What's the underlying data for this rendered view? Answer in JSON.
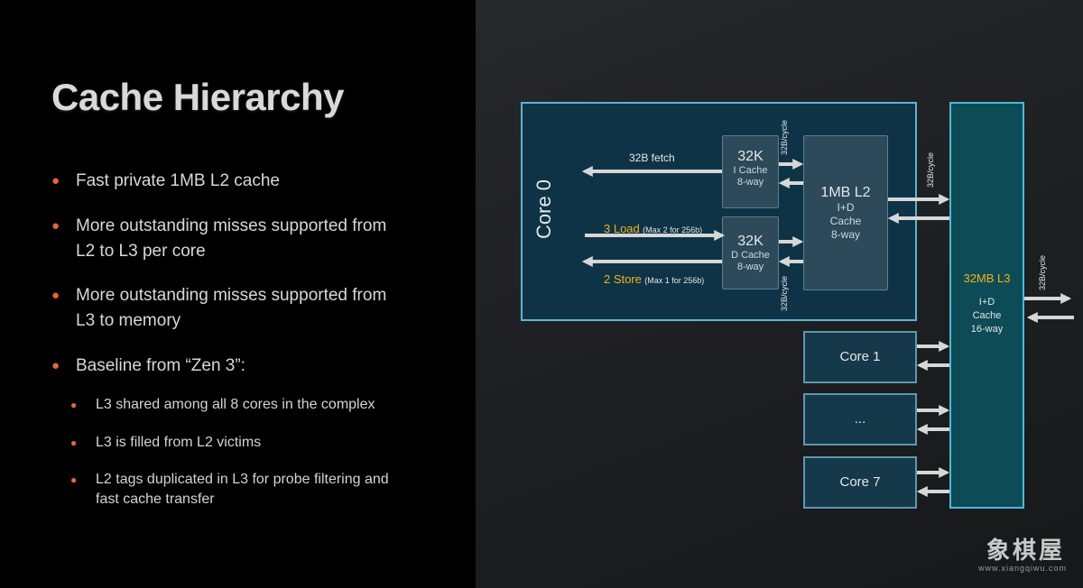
{
  "slide": {
    "title": "Cache Hierarchy",
    "bullets": [
      {
        "line1": "Fast private 1MB L2 cache",
        "line2": ""
      },
      {
        "line1": "More outstanding misses supported from",
        "line2": "L2 to L3 per core"
      },
      {
        "line1": "More outstanding misses supported from",
        "line2": "L3 to memory"
      },
      {
        "line1": "Baseline from “Zen 3”:",
        "line2": ""
      }
    ],
    "sub_bullets": [
      {
        "line1": "L3 shared among all 8 cores in the complex",
        "line2": ""
      },
      {
        "line1": "L3 is filled from L2 victims",
        "line2": ""
      },
      {
        "line1": "L2 tags duplicated in L3 for probe filtering and",
        "line2": "fast cache transfer"
      }
    ]
  },
  "diagram": {
    "core0_label": "Core 0",
    "fetch_label": "32B fetch",
    "load_label": "3 Load",
    "load_note": "(Max 2 for 256b)",
    "store_label": "2 Store",
    "store_note": "(Max 1 for 256b)",
    "icache": {
      "size": "32K",
      "line1": "I Cache",
      "line2": "8-way"
    },
    "dcache": {
      "size": "32K",
      "line1": "D Cache",
      "line2": "8-way"
    },
    "l2": {
      "size": "1MB L2",
      "line1": "I+D",
      "line2": "Cache",
      "line3": "8-way"
    },
    "l3": {
      "size": "32MB L3",
      "line1": "I+D",
      "line2": "Cache",
      "line3": "16-way"
    },
    "bw_icache_l2": "32B/cycle",
    "bw_dcache_l2": "32B/cycle",
    "bw_l2_l3": "32B/cycle",
    "bw_l3_out": "32B/cycle",
    "cores": [
      "Core 1",
      "...",
      "Core 7"
    ],
    "colors": {
      "accent": "#f2b21b",
      "bullet": "#e8643c",
      "l3_border": "#4fb8d3"
    }
  },
  "watermark": {
    "text": "象棋屋",
    "url": "www.xiangqiwu.com"
  }
}
